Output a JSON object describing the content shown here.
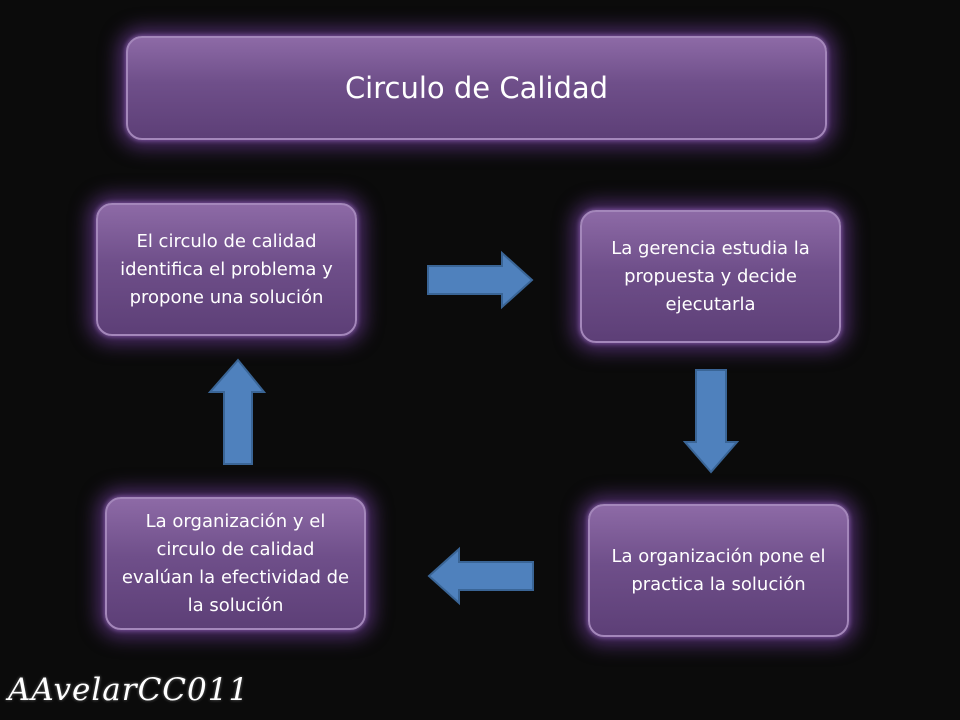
{
  "title": "Circulo de Calidad",
  "steps": [
    {
      "text": "El circulo de calidad identifica el problema y propone una solución"
    },
    {
      "text": "La gerencia estudia la propuesta y decide ejecutarla"
    },
    {
      "text": "La organización pone el practica la solución"
    },
    {
      "text": "La organización y el circulo de calidad evalúan la efectividad de la solución"
    }
  ],
  "signature": "AAvelarCC011",
  "colors": {
    "background": "#0b0b0b",
    "box_fill": "#6f4f8a",
    "box_glow": "#7d46af",
    "arrow_fill": "#4f81bd",
    "arrow_stroke": "#3a6596",
    "text": "#ffffff"
  }
}
